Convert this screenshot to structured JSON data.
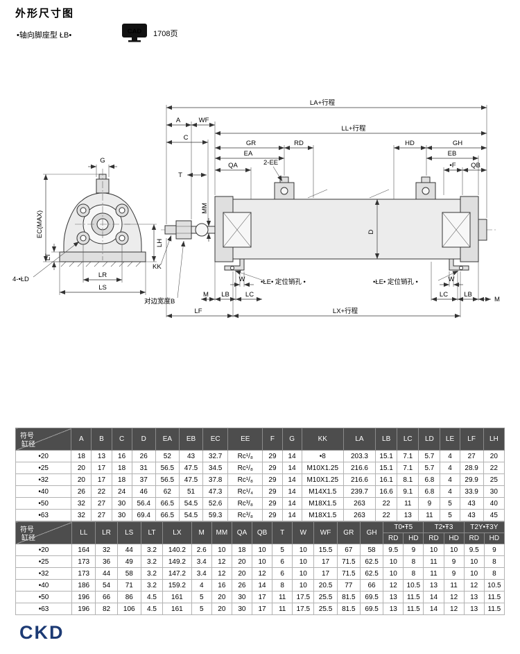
{
  "page": {
    "title": "外形尺寸图",
    "subtitle": "•轴向脚座型 ŁB•",
    "cad_icon_label": "CAD",
    "cad_page": "1708页",
    "brand": "CKD"
  },
  "drawing": {
    "labels": {
      "la": "LA+行程",
      "ll": "LL+行程",
      "lx": "LX+行程",
      "a": "A",
      "wf": "WF",
      "c": "C",
      "gr": "GR",
      "rd": "RD",
      "hd": "HD",
      "gh": "GH",
      "ea": "EA",
      "eb": "EB",
      "qa": "QA",
      "qb": "QB",
      "ee2": "2-EE",
      "f": "•F",
      "t": "T",
      "g": "G",
      "ec": "EC(MAX)",
      "mm": "MM",
      "d": "D",
      "lh": "LH",
      "lt": "LT",
      "kk": "KK",
      "ld4": "4-•ŁD",
      "lr": "LR",
      "ls": "LS",
      "w": "W",
      "m": "M",
      "lb": "LB",
      "lc": "LC",
      "le": "•ŁE• 定位销孔 •",
      "lf": "LF",
      "b": "对边宽度B"
    }
  },
  "table1": {
    "header_symbol": "符号",
    "header_bore": "缸径",
    "columns": [
      "A",
      "B",
      "C",
      "D",
      "EA",
      "EB",
      "EC",
      "EE",
      "F",
      "G",
      "KK",
      "LA",
      "LB",
      "LC",
      "LD",
      "LE",
      "LF",
      "LH"
    ],
    "rows": [
      {
        "bore": "•20",
        "values": [
          "18",
          "13",
          "16",
          "26",
          "52",
          "43",
          "32.7",
          "Rc¹/₈",
          "29",
          "14",
          "•8",
          "203.3",
          "15.1",
          "7.1",
          "5.7",
          "4",
          "27",
          "20"
        ]
      },
      {
        "bore": "•25",
        "values": [
          "20",
          "17",
          "18",
          "31",
          "56.5",
          "47.5",
          "34.5",
          "Rc¹/₈",
          "29",
          "14",
          "M10X1.25",
          "216.6",
          "15.1",
          "7.1",
          "5.7",
          "4",
          "28.9",
          "22"
        ]
      },
      {
        "bore": "•32",
        "values": [
          "20",
          "17",
          "18",
          "37",
          "56.5",
          "47.5",
          "37.8",
          "Rc¹/₈",
          "29",
          "14",
          "M10X1.25",
          "216.6",
          "16.1",
          "8.1",
          "6.8",
          "4",
          "29.9",
          "25"
        ]
      },
      {
        "bore": "•40",
        "values": [
          "26",
          "22",
          "24",
          "46",
          "62",
          "51",
          "47.3",
          "Rc¹/₄",
          "29",
          "14",
          "M14X1.5",
          "239.7",
          "16.6",
          "9.1",
          "6.8",
          "4",
          "33.9",
          "30"
        ]
      },
      {
        "bore": "•50",
        "values": [
          "32",
          "27",
          "30",
          "56.4",
          "66.5",
          "54.5",
          "52.6",
          "Rc³/₈",
          "29",
          "14",
          "M18X1.5",
          "263",
          "22",
          "11",
          "9",
          "5",
          "43",
          "40"
        ]
      },
      {
        "bore": "•63",
        "values": [
          "32",
          "27",
          "30",
          "69.4",
          "66.5",
          "54.5",
          "59.3",
          "Rc³/₈",
          "29",
          "14",
          "M18X1.5",
          "263",
          "22",
          "13",
          "11",
          "5",
          "43",
          "45"
        ]
      }
    ]
  },
  "table2": {
    "header_symbol": "符号",
    "header_bore": "缸径",
    "columns": [
      "LL",
      "LR",
      "LS",
      "LT",
      "LX",
      "M",
      "MM",
      "QA",
      "QB",
      "T",
      "W",
      "WF",
      "GR",
      "GH"
    ],
    "groups": [
      {
        "label": "T0•Ŧ5",
        "subs": [
          "RD",
          "HD"
        ]
      },
      {
        "label": "T2•Ŧ3",
        "subs": [
          "RD",
          "HD"
        ]
      },
      {
        "label": "T2Y•Ŧ3Y",
        "subs": [
          "RD",
          "HD"
        ]
      }
    ],
    "rows": [
      {
        "bore": "•20",
        "values": [
          "164",
          "32",
          "44",
          "3.2",
          "140.2",
          "2.6",
          "10",
          "18",
          "10",
          "5",
          "10",
          "15.5",
          "67",
          "58",
          "9.5",
          "9",
          "10",
          "10",
          "9.5",
          "9"
        ]
      },
      {
        "bore": "•25",
        "values": [
          "173",
          "36",
          "49",
          "3.2",
          "149.2",
          "3.4",
          "12",
          "20",
          "10",
          "6",
          "10",
          "17",
          "71.5",
          "62.5",
          "10",
          "8",
          "11",
          "9",
          "10",
          "8"
        ]
      },
      {
        "bore": "•32",
        "values": [
          "173",
          "44",
          "58",
          "3.2",
          "147.2",
          "3.4",
          "12",
          "20",
          "12",
          "6",
          "10",
          "17",
          "71.5",
          "62.5",
          "10",
          "8",
          "11",
          "9",
          "10",
          "8"
        ]
      },
      {
        "bore": "•40",
        "values": [
          "186",
          "54",
          "71",
          "3.2",
          "159.2",
          "4",
          "16",
          "26",
          "14",
          "8",
          "10",
          "20.5",
          "77",
          "66",
          "12",
          "10.5",
          "13",
          "11",
          "12",
          "10.5"
        ]
      },
      {
        "bore": "•50",
        "values": [
          "196",
          "66",
          "86",
          "4.5",
          "161",
          "5",
          "20",
          "30",
          "17",
          "11",
          "17.5",
          "25.5",
          "81.5",
          "69.5",
          "13",
          "11.5",
          "14",
          "12",
          "13",
          "11.5"
        ]
      },
      {
        "bore": "•63",
        "values": [
          "196",
          "82",
          "106",
          "4.5",
          "161",
          "5",
          "20",
          "30",
          "17",
          "11",
          "17.5",
          "25.5",
          "81.5",
          "69.5",
          "13",
          "11.5",
          "14",
          "12",
          "13",
          "11.5"
        ]
      }
    ]
  }
}
